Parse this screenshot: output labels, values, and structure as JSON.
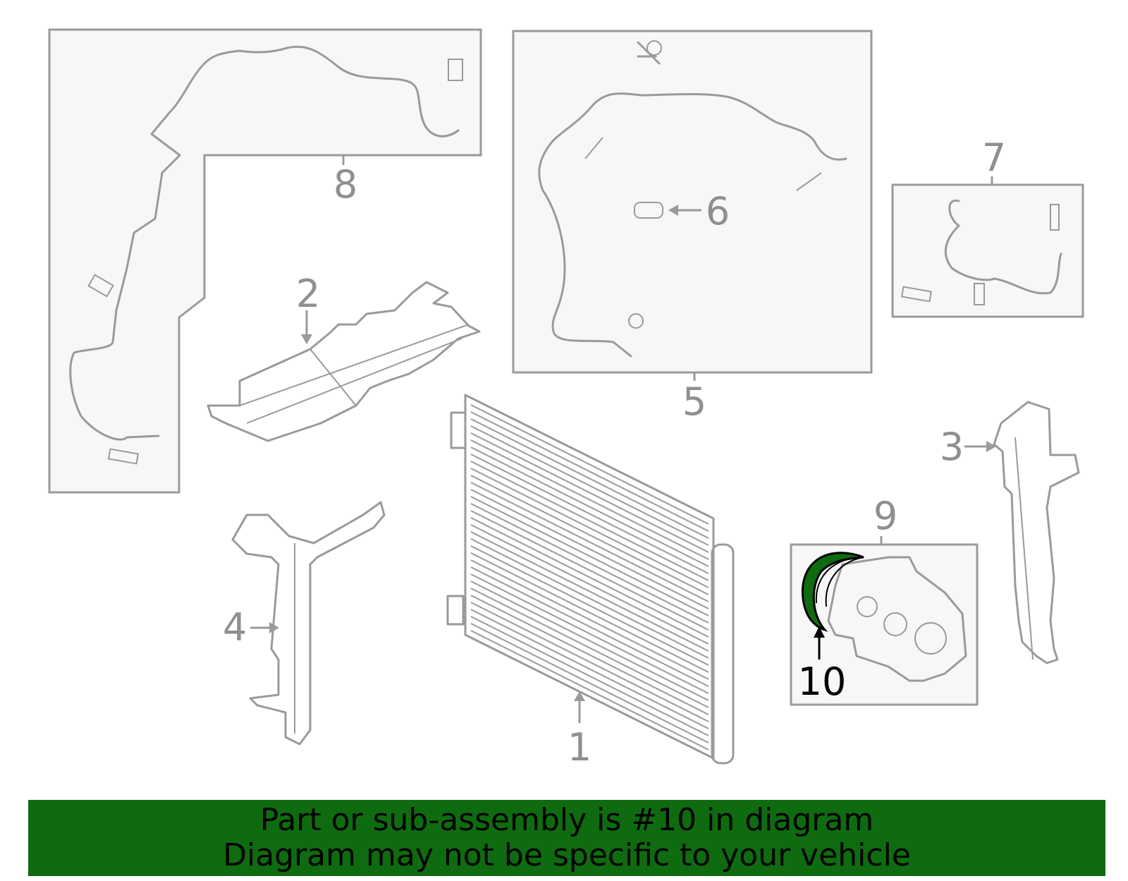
{
  "callouts": [
    {
      "id": "1",
      "label": "1"
    },
    {
      "id": "2",
      "label": "2"
    },
    {
      "id": "3",
      "label": "3"
    },
    {
      "id": "4",
      "label": "4"
    },
    {
      "id": "5",
      "label": "5"
    },
    {
      "id": "6",
      "label": "6"
    },
    {
      "id": "7",
      "label": "7"
    },
    {
      "id": "8",
      "label": "8"
    },
    {
      "id": "9",
      "label": "9"
    },
    {
      "id": "10",
      "label": "10"
    }
  ],
  "highlight": {
    "part": "10",
    "color": "#0f6b0f"
  },
  "banner": {
    "line1": "Part or sub-assembly is #10 in diagram",
    "line2": "Diagram may not be specific to your vehicle",
    "background": "#0f6b0f"
  }
}
